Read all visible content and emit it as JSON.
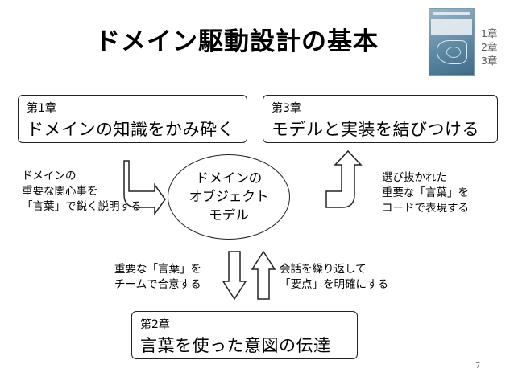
{
  "title": "ドメイン駆動設計の基本",
  "chapter_index": [
    "1章",
    "2章",
    "3章"
  ],
  "book_cover": {
    "icon": "book-cover-icon"
  },
  "boxes": {
    "ch1": {
      "chapter": "第1章",
      "name": "ドメインの知識をかみ砕く"
    },
    "ch3": {
      "chapter": "第3章",
      "name": "モデルと実装を結びつける"
    },
    "ch2": {
      "chapter": "第2章",
      "name": "言葉を使った意図の伝達"
    }
  },
  "center": {
    "lines": [
      "ドメインの",
      "オブジェクト",
      "モデル"
    ]
  },
  "notes": {
    "left": [
      "ドメインの",
      "重要な関心事を",
      "「言葉」で鋭く説明する"
    ],
    "right": [
      "選び抜かれた",
      "重要な「言葉」を",
      "コードで表現する"
    ],
    "bottom_left": [
      "重要な「言葉」を",
      "チームで合意する"
    ],
    "bottom_right": [
      "会話を繰り返して",
      "「要点」を明確にする"
    ]
  },
  "page_number": "7",
  "colors": {
    "line": "#222222",
    "background": "#ffffff"
  }
}
